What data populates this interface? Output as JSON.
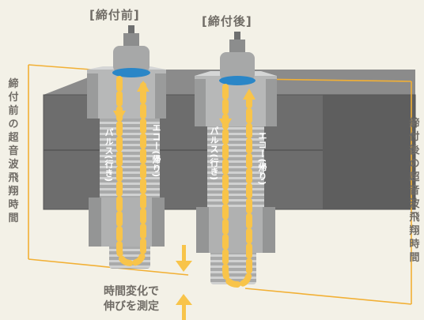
{
  "labels": {
    "before_title": "[締付前]",
    "after_title": "[締付後]",
    "before_time": "締付前の超音波飛翔時間",
    "after_time": "締付後の超音波飛翔時間",
    "pulse": "パルス(行き)",
    "echo": "エコー(帰り)",
    "note_line1": "時間変化で",
    "note_line2": "伸びを測定"
  },
  "colors": {
    "background": "#f3f1e7",
    "block": "#6f6f6f",
    "bolt": "#b5b6b6",
    "sensor_accent": "#2a86c7",
    "guide_lines": "#f2b035",
    "arrow_fill": "#f8c44a",
    "text": "#706c66"
  }
}
